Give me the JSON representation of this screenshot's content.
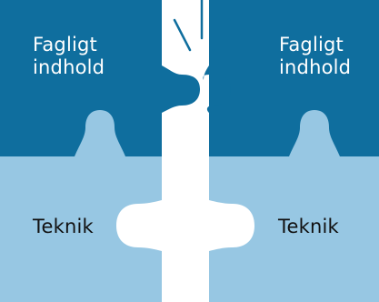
{
  "pieces": {
    "left_top": {
      "line1": "Fagligt",
      "line2": "indhold"
    },
    "right_top": {
      "line1": "Fagligt",
      "line2": "indhold"
    },
    "left_bottom": {
      "label": "Teknik"
    },
    "right_bottom": {
      "label": "Teknik"
    }
  },
  "colors": {
    "dark_blue": "#0f6e9e",
    "light_blue": "#97c7e3",
    "gap": "#ffffff",
    "text_light": "#ffffff",
    "text_dark": "#111111"
  },
  "decoration": {
    "spark_lines": 3
  }
}
